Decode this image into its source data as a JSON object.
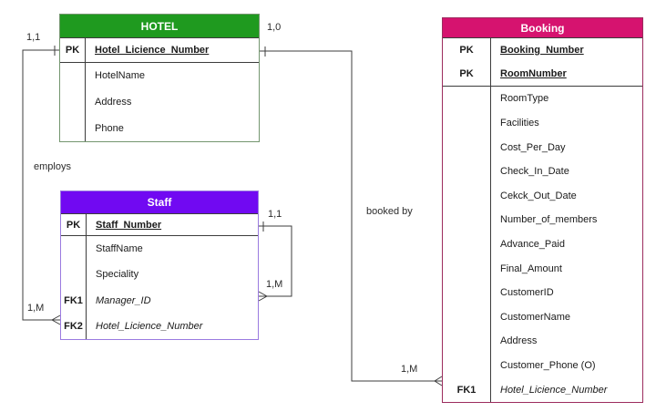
{
  "entities": {
    "hotel": {
      "title": "HOTEL",
      "header_color": "#1f9a1f",
      "border_color": "#74966f",
      "keys": [
        {
          "label": "PK",
          "name": "Hotel_Licience_Number"
        }
      ],
      "attributes": [
        {
          "label": "",
          "name": "HotelName"
        },
        {
          "label": "",
          "name": "Address"
        },
        {
          "label": "",
          "name": "Phone"
        }
      ]
    },
    "staff": {
      "title": "Staff",
      "header_color": "#7109f2",
      "border_color": "#9a7ae0",
      "keys": [
        {
          "label": "PK",
          "name": "Staff_Number"
        }
      ],
      "attributes": [
        {
          "label": "",
          "name": "StaffName"
        },
        {
          "label": "",
          "name": "Speciality"
        },
        {
          "label": "FK1",
          "name": "Manager_ID"
        },
        {
          "label": "FK2",
          "name": "Hotel_Licience_Number"
        }
      ]
    },
    "booking": {
      "title": "Booking",
      "header_color": "#d6136f",
      "border_color": "#9c2d5e",
      "keys": [
        {
          "label": "PK",
          "name": "Booking_Number"
        },
        {
          "label": "PK",
          "name": "RoomNumber"
        }
      ],
      "attributes": [
        {
          "label": "",
          "name": "RoomType"
        },
        {
          "label": "",
          "name": "Facilities"
        },
        {
          "label": "",
          "name": "Cost_Per_Day"
        },
        {
          "label": "",
          "name": "Check_In_Date"
        },
        {
          "label": "",
          "name": "Cekck_Out_Date"
        },
        {
          "label": "",
          "name": "Number_of_members"
        },
        {
          "label": "",
          "name": "Advance_Paid"
        },
        {
          "label": "",
          "name": "Final_Amount"
        },
        {
          "label": "",
          "name": "CustomerID"
        },
        {
          "label": "",
          "name": "CustomerName"
        },
        {
          "label": "",
          "name": "Address"
        },
        {
          "label": "",
          "name": "Customer_Phone (O)"
        },
        {
          "label": "FK1",
          "name": "Hotel_Licience_Number"
        }
      ]
    }
  },
  "relationships": {
    "employs": {
      "label": "employs",
      "from_card": "1,1",
      "to_card": "1,M"
    },
    "booked_by": {
      "label": "booked by",
      "from_card": "1,0",
      "to_card": "1,M"
    },
    "staff_self": {
      "from_card": "1,1",
      "to_card": "1,M"
    }
  },
  "line_color": "#3c3c3c"
}
